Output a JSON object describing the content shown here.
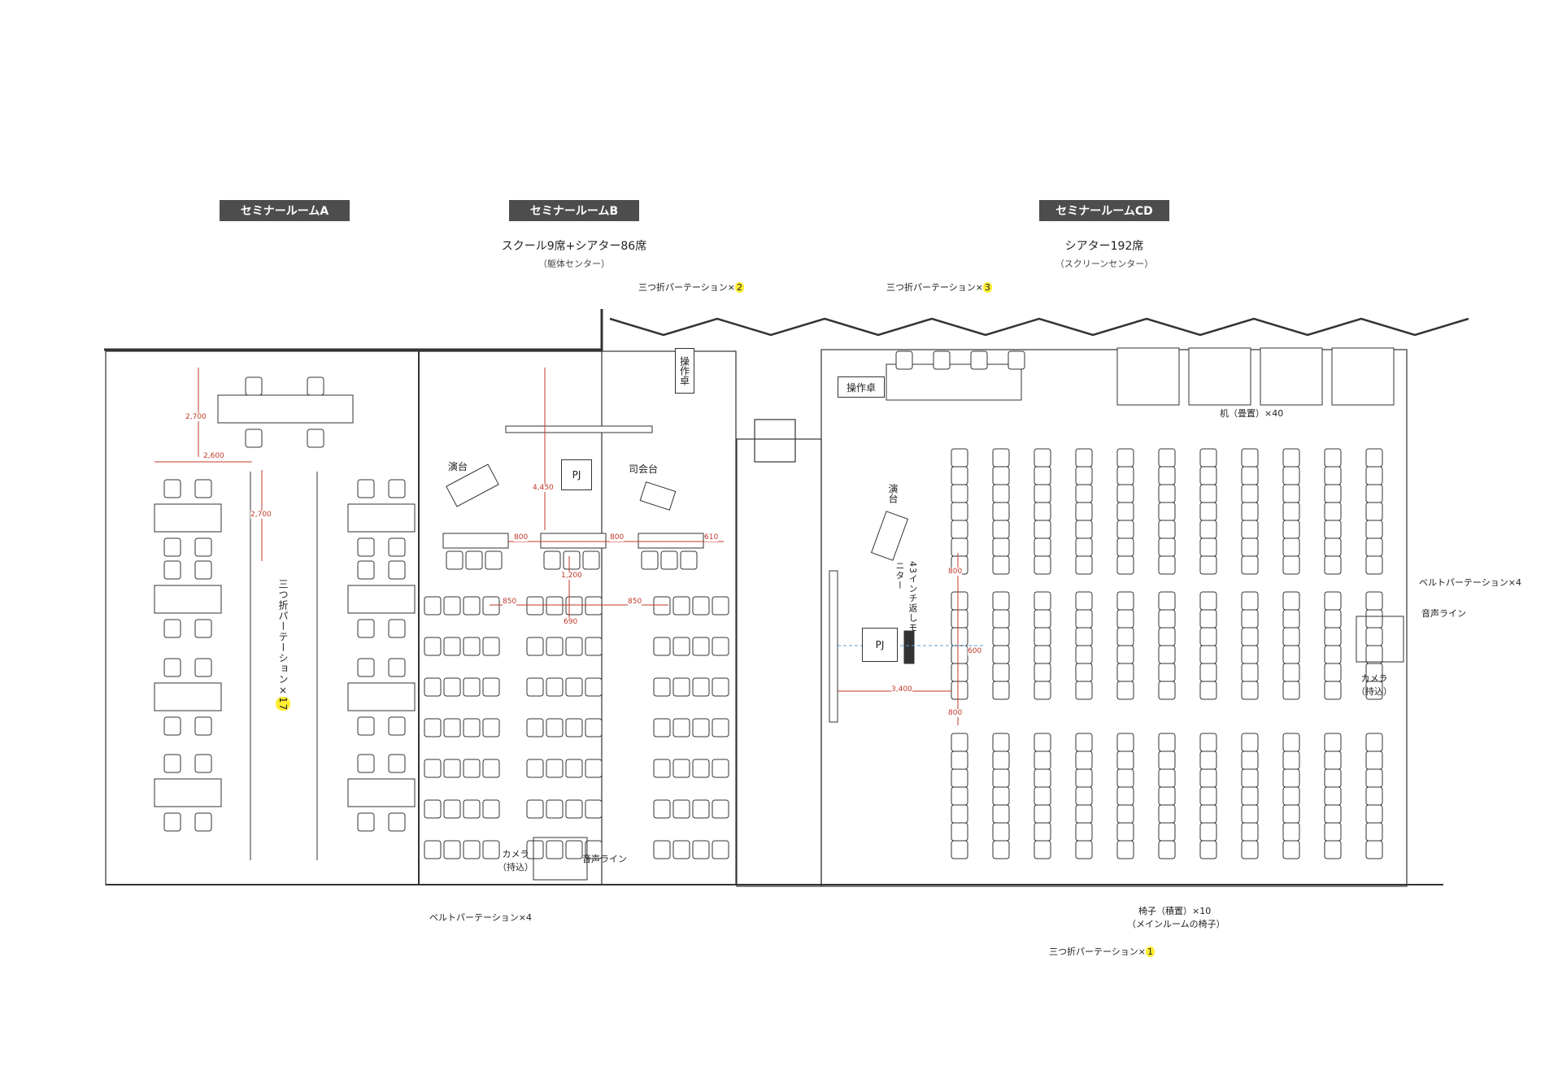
{
  "rooms": {
    "a": {
      "title": "セミナールームA"
    },
    "b": {
      "title": "セミナールームB",
      "capacity": "スクール9席+シアター86席",
      "note": "（躯体センター）"
    },
    "cd": {
      "title": "セミナールームCD",
      "capacity": "シアター192席",
      "note": "（スクリーンセンター）"
    }
  },
  "labels": {
    "partition_b_text": "三つ折パーテーション×",
    "partition_b_count": "2",
    "partition_cd_text": "三つ折パーテーション×",
    "partition_cd_count": "3",
    "partition_a_text": "三つ折パーテーション×",
    "partition_a_count": "17",
    "partition_bottom_text": "三つ折パーテーション×",
    "partition_bottom_count": "1",
    "desk_stack": "机（畳置）×40",
    "console": "操作卓",
    "console_cd": "操作卓",
    "podium_b": "演台",
    "podium_cd": "演台",
    "mc_stand": "司会台",
    "pj_b": "PJ",
    "pj_cd": "PJ",
    "monitor": "43インチ返しモニター",
    "camera_b": "カメラ\n（持込）",
    "audio_b": "音声ライン",
    "belt_b": "ベルトパーテーション×4",
    "belt_cd": "ベルトパーテーション×4",
    "audio_cd": "音声ライン",
    "camera_cd": "カメラ\n（持込）",
    "chairs_stack": "椅子（積置）×10",
    "chairs_note": "（メインルームの椅子）"
  },
  "dimensions": {
    "a_2700_top": "2,700",
    "a_2600": "2,600",
    "a_2700_mid": "2,700",
    "b_4450": "4,450",
    "b_800_1": "800",
    "b_800_2": "800",
    "b_610": "610",
    "b_1200": "1,200",
    "b_850_1": "850",
    "b_850_2": "850",
    "b_690": "690",
    "cd_800_1": "800",
    "cd_600": "600",
    "cd_3400": "3,400",
    "cd_800_2": "800"
  },
  "colors": {
    "tag_bg": "#4d4d4d",
    "line": "#333333",
    "dimension": "#c0392b",
    "highlight": "#ffee33"
  }
}
